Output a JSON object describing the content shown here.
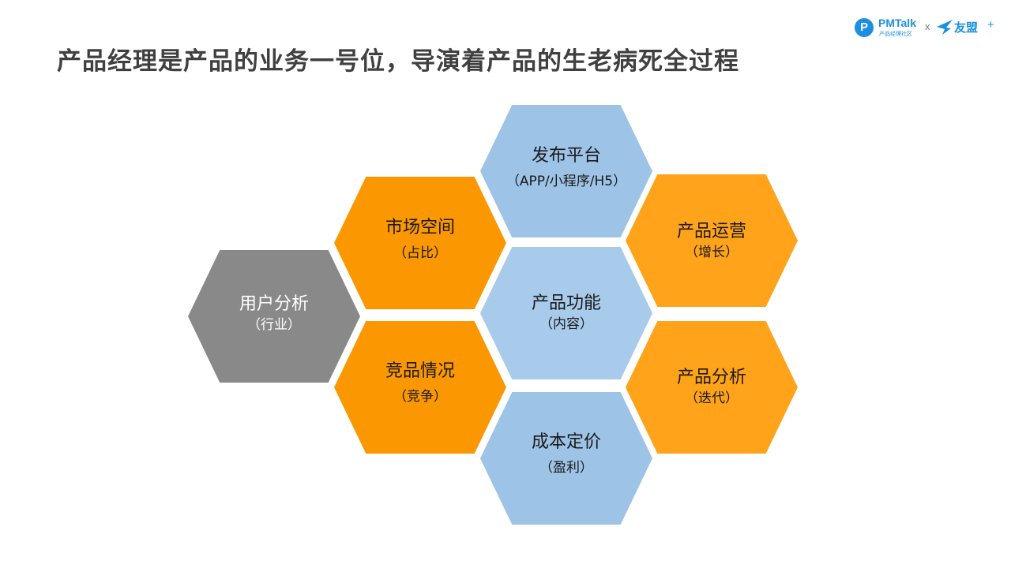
{
  "title": "产品经理是产品的业务一号位，导演着产品的生老病死全过程",
  "logo": {
    "pmtalk_badge": "P",
    "pmtalk_name": "PMTalk",
    "pmtalk_sub": "产品经理社区",
    "cross": "x",
    "umeng_name": "友盟",
    "umeng_plus": "+"
  },
  "hexagons": {
    "user_analysis": {
      "label": "用户分析",
      "sub": "（行业）",
      "color": "#898989"
    },
    "market_space": {
      "label": "市场空间",
      "sub": "（占比）",
      "color": "#fb9701"
    },
    "competition": {
      "label": "竞品情况",
      "sub": "（竞争）",
      "color": "#fb9701"
    },
    "release_platform": {
      "label": "发布平台",
      "sub": "（APP/小程序/H5）",
      "color": "#9dc3e6"
    },
    "product_function": {
      "label": "产品功能",
      "sub": "（内容）",
      "color": "#a8cbeb"
    },
    "cost_pricing": {
      "label": "成本定价",
      "sub": "（盈利）",
      "color": "#9dc3e6"
    },
    "product_operation": {
      "label": "产品运营",
      "sub": "（增长）",
      "color": "#fea31a"
    },
    "product_analysis": {
      "label": "产品分析",
      "sub": "（迭代）",
      "color": "#fea31a"
    }
  }
}
